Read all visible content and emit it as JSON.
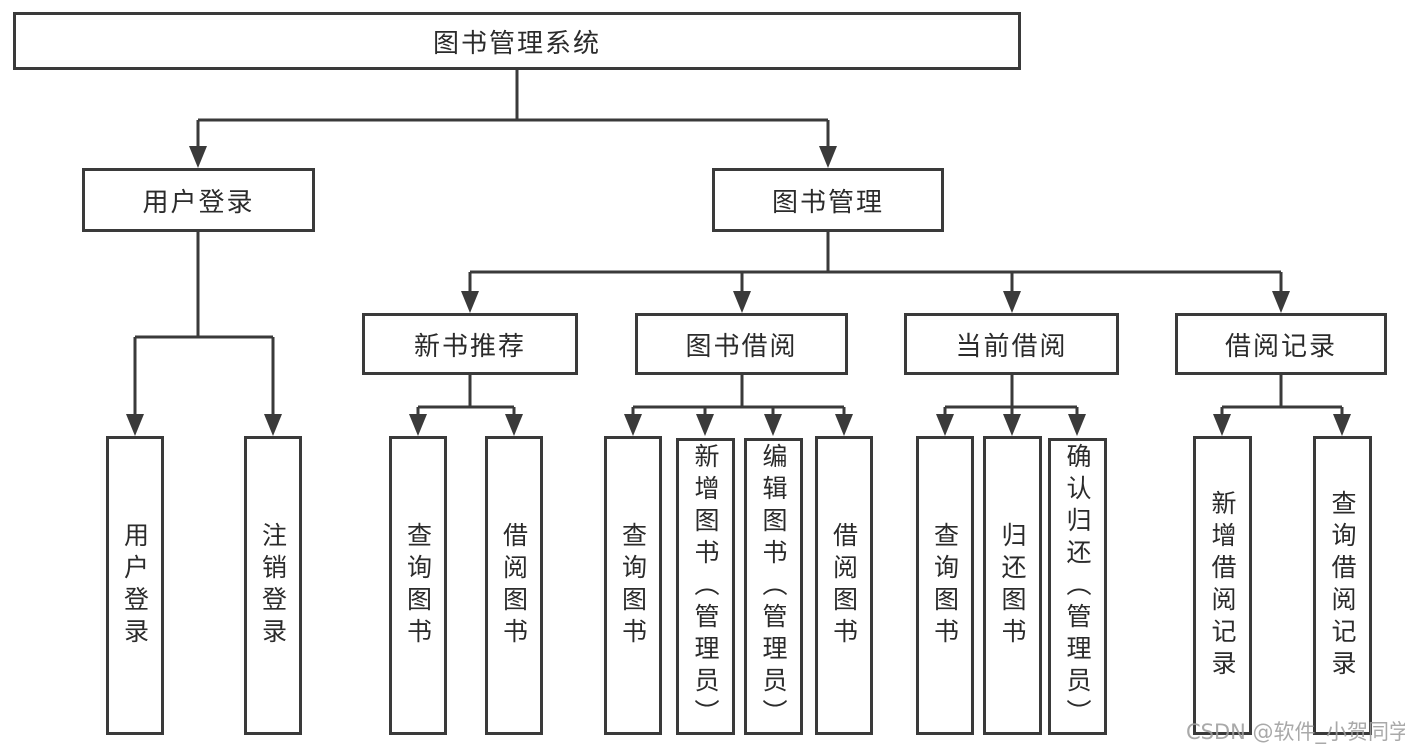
{
  "tree": {
    "label": "图书管理系统",
    "children": [
      {
        "label": "用户登录",
        "children": [
          {
            "label": "用户登录"
          },
          {
            "label": "注销登录"
          }
        ]
      },
      {
        "label": "图书管理",
        "children": [
          {
            "label": "新书推荐",
            "children": [
              {
                "label": "查询图书"
              },
              {
                "label": "借阅图书"
              }
            ]
          },
          {
            "label": "图书借阅",
            "children": [
              {
                "label": "查询图书"
              },
              {
                "label": "新增图书（管理员）"
              },
              {
                "label": "编辑图书（管理员）"
              },
              {
                "label": "借阅图书"
              }
            ]
          },
          {
            "label": "当前借阅",
            "children": [
              {
                "label": "查询图书"
              },
              {
                "label": "归还图书"
              },
              {
                "label": "确认归还（管理员）"
              }
            ]
          },
          {
            "label": "借阅记录",
            "children": [
              {
                "label": "新增借阅记录"
              },
              {
                "label": "查询借阅记录"
              }
            ]
          }
        ]
      }
    ]
  },
  "watermark": "CSDN @软件_小贺同学",
  "colors": {
    "line": "#3a3a3a",
    "text": "#2b2b2b",
    "watermark": "#9e9e9e",
    "background": "#ffffff"
  }
}
